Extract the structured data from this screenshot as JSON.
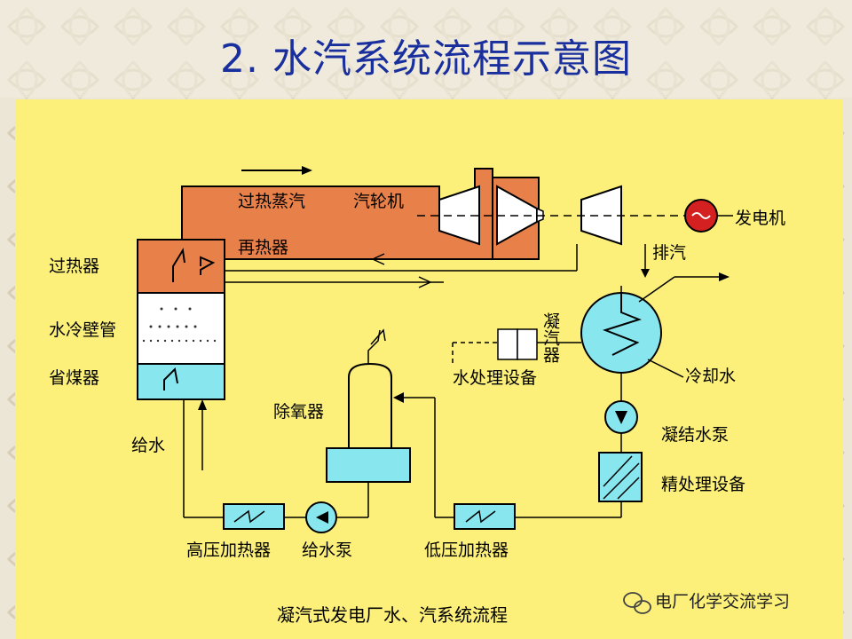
{
  "title": "2. 水汽系统流程示意图",
  "colors": {
    "panel": "#fcf07a",
    "boiler_pipe": "#e8804a",
    "water": "#88e6ee",
    "title": "#1a2f9e",
    "generator": "#d42020"
  },
  "labels": {
    "superheated_steam": "过热蒸汽",
    "turbine": "汽轮机",
    "reheater": "再热器",
    "generator": "发电机",
    "exhaust": "排汽",
    "superheater": "过热器",
    "waterwall": "水冷壁管",
    "economizer": "省煤器",
    "condenser": "凝汽器",
    "water_treatment": "水处理设备",
    "cooling_water": "冷却水",
    "deaerator": "除氧器",
    "condensate_pump": "凝结水泵",
    "polishing": "精处理设备",
    "feedwater": "给水",
    "hp_heater": "高压加热器",
    "feed_pump": "给水泵",
    "lp_heater": "低压加热器",
    "caption": "凝汽式发电厂水、汽系统流程",
    "watermark": "电厂化学交流学习"
  }
}
